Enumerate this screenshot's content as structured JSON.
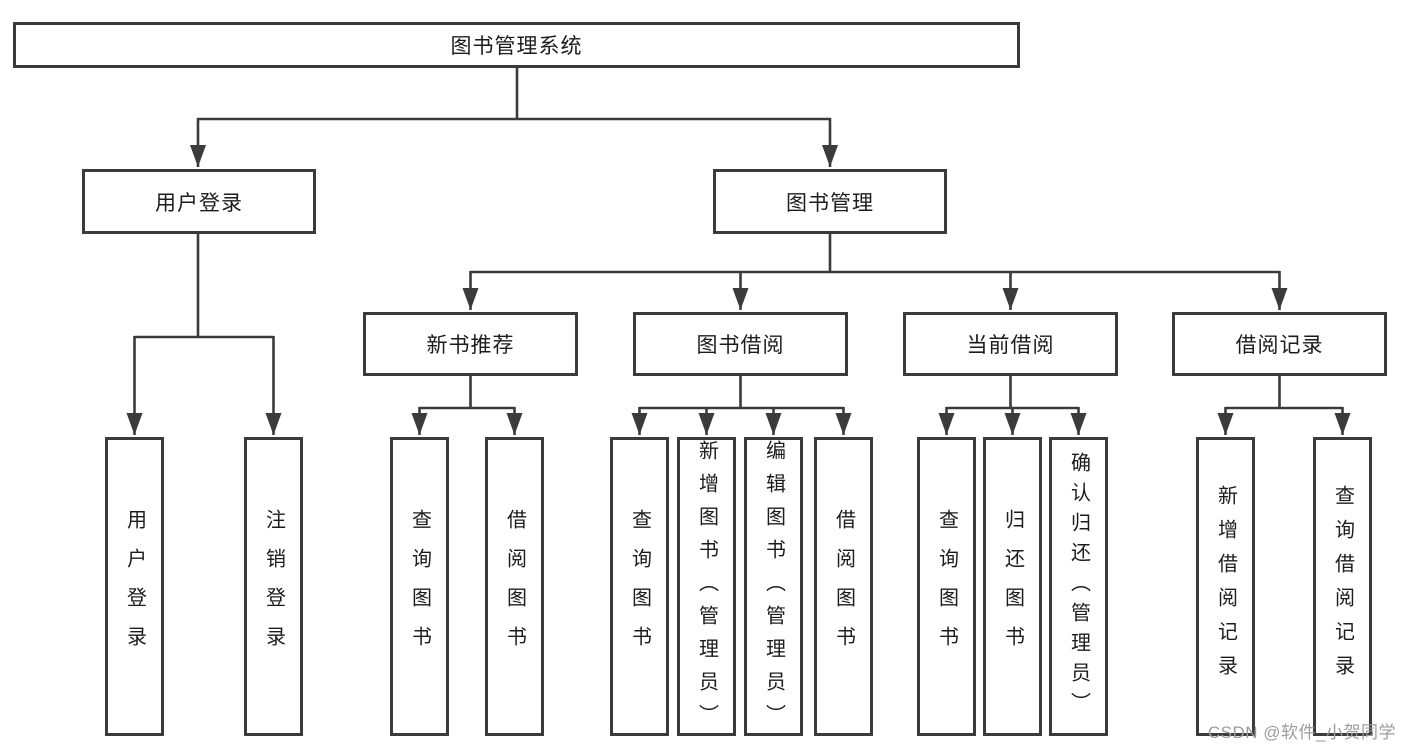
{
  "diagram": {
    "root_label": "图书管理系统",
    "branches": {
      "user_login": {
        "label": "用户登录",
        "children": [
          "用户登录",
          "注销登录"
        ]
      },
      "book_mgmt": {
        "label": "图书管理",
        "groups": [
          {
            "label": "新书推荐",
            "children": [
              "查询图书",
              "借阅图书"
            ]
          },
          {
            "label": "图书借阅",
            "children": [
              "查询图书",
              "新增图书（管理员）",
              "编辑图书（管理员）",
              "借阅图书"
            ]
          },
          {
            "label": "当前借阅",
            "children": [
              "查询图书",
              "归还图书",
              "确认归还（管理员）"
            ]
          },
          {
            "label": "借阅记录",
            "children": [
              "新增借阅记录",
              "查询借阅记录"
            ]
          }
        ]
      }
    }
  },
  "watermark": "CSDN @软件_小贺同学",
  "colors": {
    "background": "#ffffff",
    "line": "#3b3b3b",
    "box_border": "#3b3b3b",
    "box_fill": "#ffffff",
    "text": "#1c1c1c",
    "watermark": "#9c9c9c"
  }
}
